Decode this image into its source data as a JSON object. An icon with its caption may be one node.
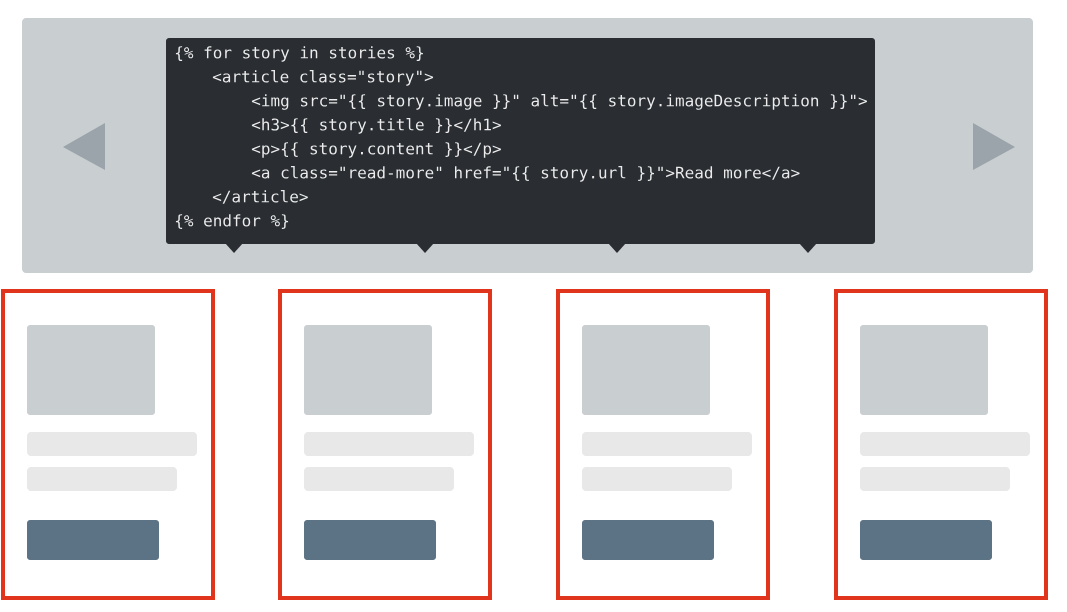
{
  "diagram": {
    "nodes": [
      {
        "text": [],
        "shape": "box"
      },
      {
        "text": [
          "{% for story in stories %}",
          "<article class=\"story\">",
          "<img src=\"{{ story.image }}\" alt=\"{{ story.imageDescription }}\">",
          "<h3>{{ story.title }}</h1>",
          "<p>{{ story.content }}</p>",
          "<a class=\"read-more\" href=\"{{ story.url }}\">Read more</a>",
          "</article>",
          "{% endfor %}"
        ],
        "in": 0
      },
      {
        "text": [],
        "shape": "box"
      },
      {
        "text": [],
        "shape": "box"
      },
      {
        "text": [],
        "shape": "box"
      },
      {
        "text": [],
        "shape": "box"
      }
    ]
  }
}
